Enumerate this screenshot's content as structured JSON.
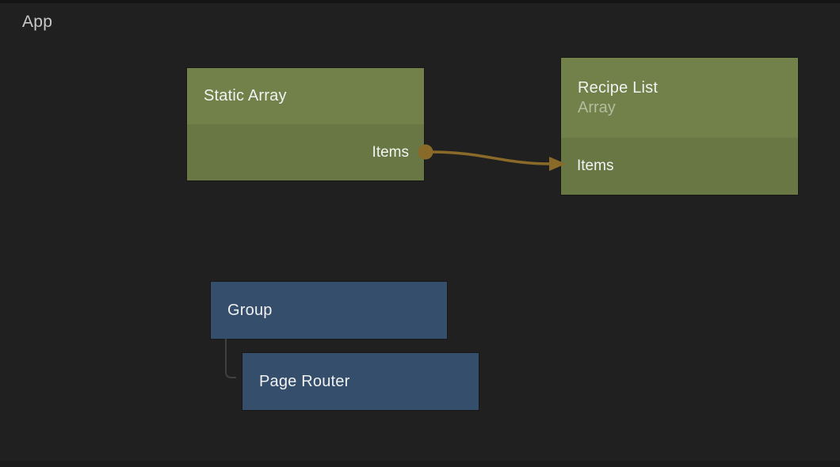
{
  "app": {
    "label": "App"
  },
  "colors": {
    "background": "#202020",
    "edge_strip_top": "#151515",
    "edge_strip_bottom": "#1a1a1a",
    "node_green_header": "#728149",
    "node_green_body": "#687743",
    "node_blue": "#344e6c",
    "wire": "#8a6a28",
    "hierarchy_line": "#404040",
    "title_text": "#f1f1f1",
    "subtitle_text": "#b5bb9e",
    "app_label_text": "#c9c9c9"
  },
  "nodes": [
    {
      "title": "Static Array",
      "kind": "data",
      "ports": [
        {
          "name": "Items",
          "direction": "output"
        }
      ]
    },
    {
      "title": "Recipe List",
      "type_label": "Array",
      "kind": "data",
      "ports": [
        {
          "name": "Items",
          "direction": "input"
        }
      ]
    },
    {
      "title": "Group",
      "kind": "visual",
      "ports": []
    },
    {
      "title": "Page Router",
      "kind": "visual",
      "ports": []
    }
  ],
  "connections": [
    {
      "from": "Static Array.Items",
      "to": "Recipe List.Items",
      "type": "data-wire"
    },
    {
      "from": "Group",
      "to": "Page Router",
      "type": "child-hierarchy"
    }
  ]
}
